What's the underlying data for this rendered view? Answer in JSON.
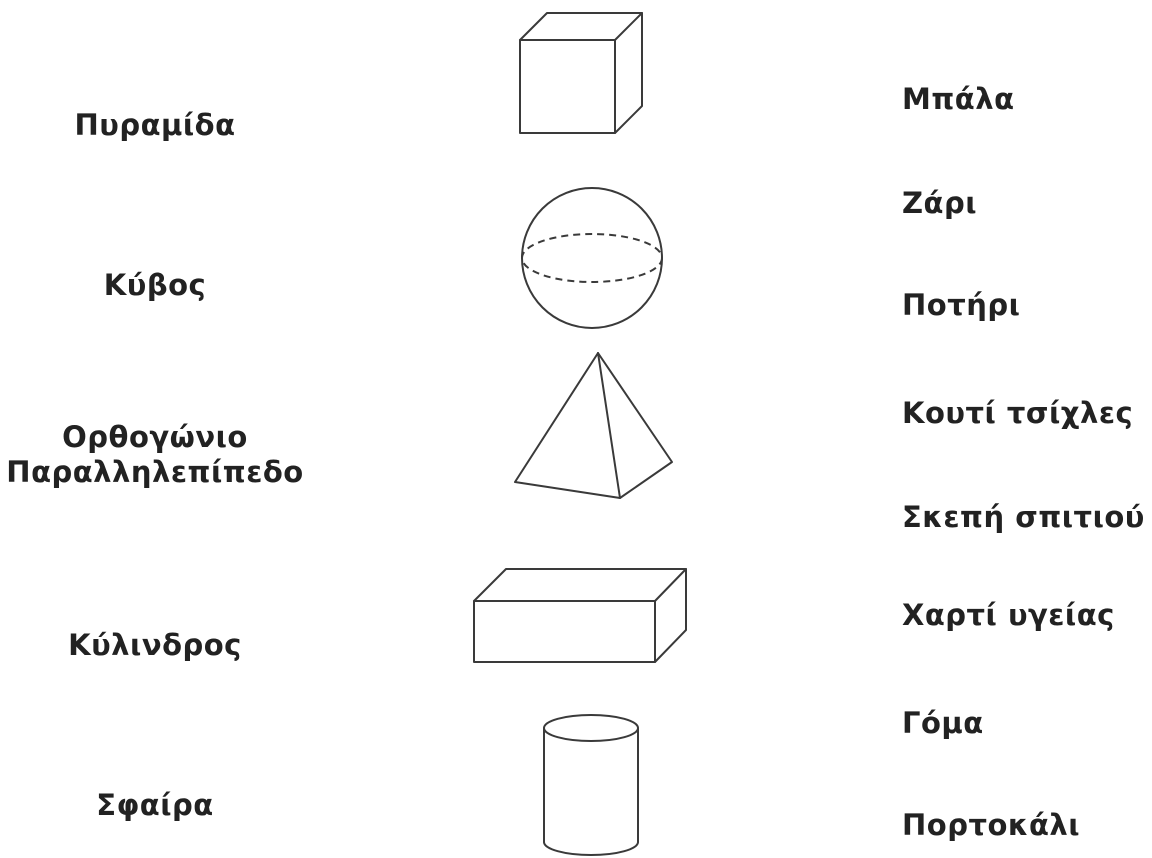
{
  "left_column": {
    "items": [
      "Πυραμίδα",
      "Κύβος",
      "Ορθογώνιο",
      "Παραλληλεπίπεδο",
      "Κύλινδρος",
      "Σφαίρα"
    ]
  },
  "right_column": {
    "items": [
      "Μπάλα",
      "Ζάρι",
      "Ποτήρι",
      "Κουτί τσίχλες",
      "Σκεπή σπιτιού",
      "Χαρτί υγείας",
      "Γόμα",
      "Πορτοκάλι"
    ]
  },
  "shapes": {
    "items": [
      "cube-icon",
      "sphere-icon",
      "pyramid-icon",
      "cuboid-icon",
      "cylinder-icon"
    ]
  }
}
